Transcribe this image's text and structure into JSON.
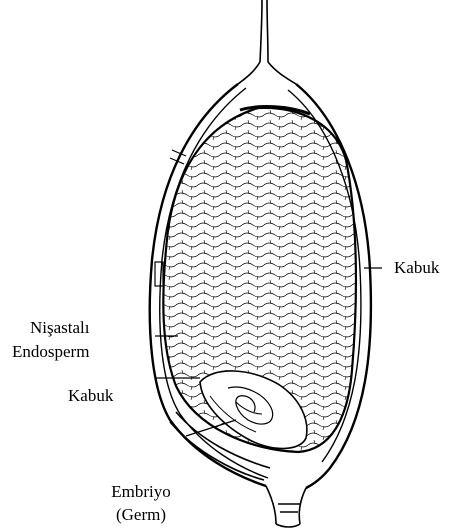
{
  "diagram": {
    "subject": "seed-cross-section-illustration",
    "colors": {
      "ink": "#000000",
      "background": "#ffffff"
    },
    "labels": {
      "kabuk_right": "Kabuk",
      "endosperm_line1": "Nişastalı",
      "endosperm_line2": "Endosperm",
      "kabuk_left": "Kabuk",
      "embryo_line1": "Embriyo",
      "embryo_line2": "(Germ)"
    }
  }
}
